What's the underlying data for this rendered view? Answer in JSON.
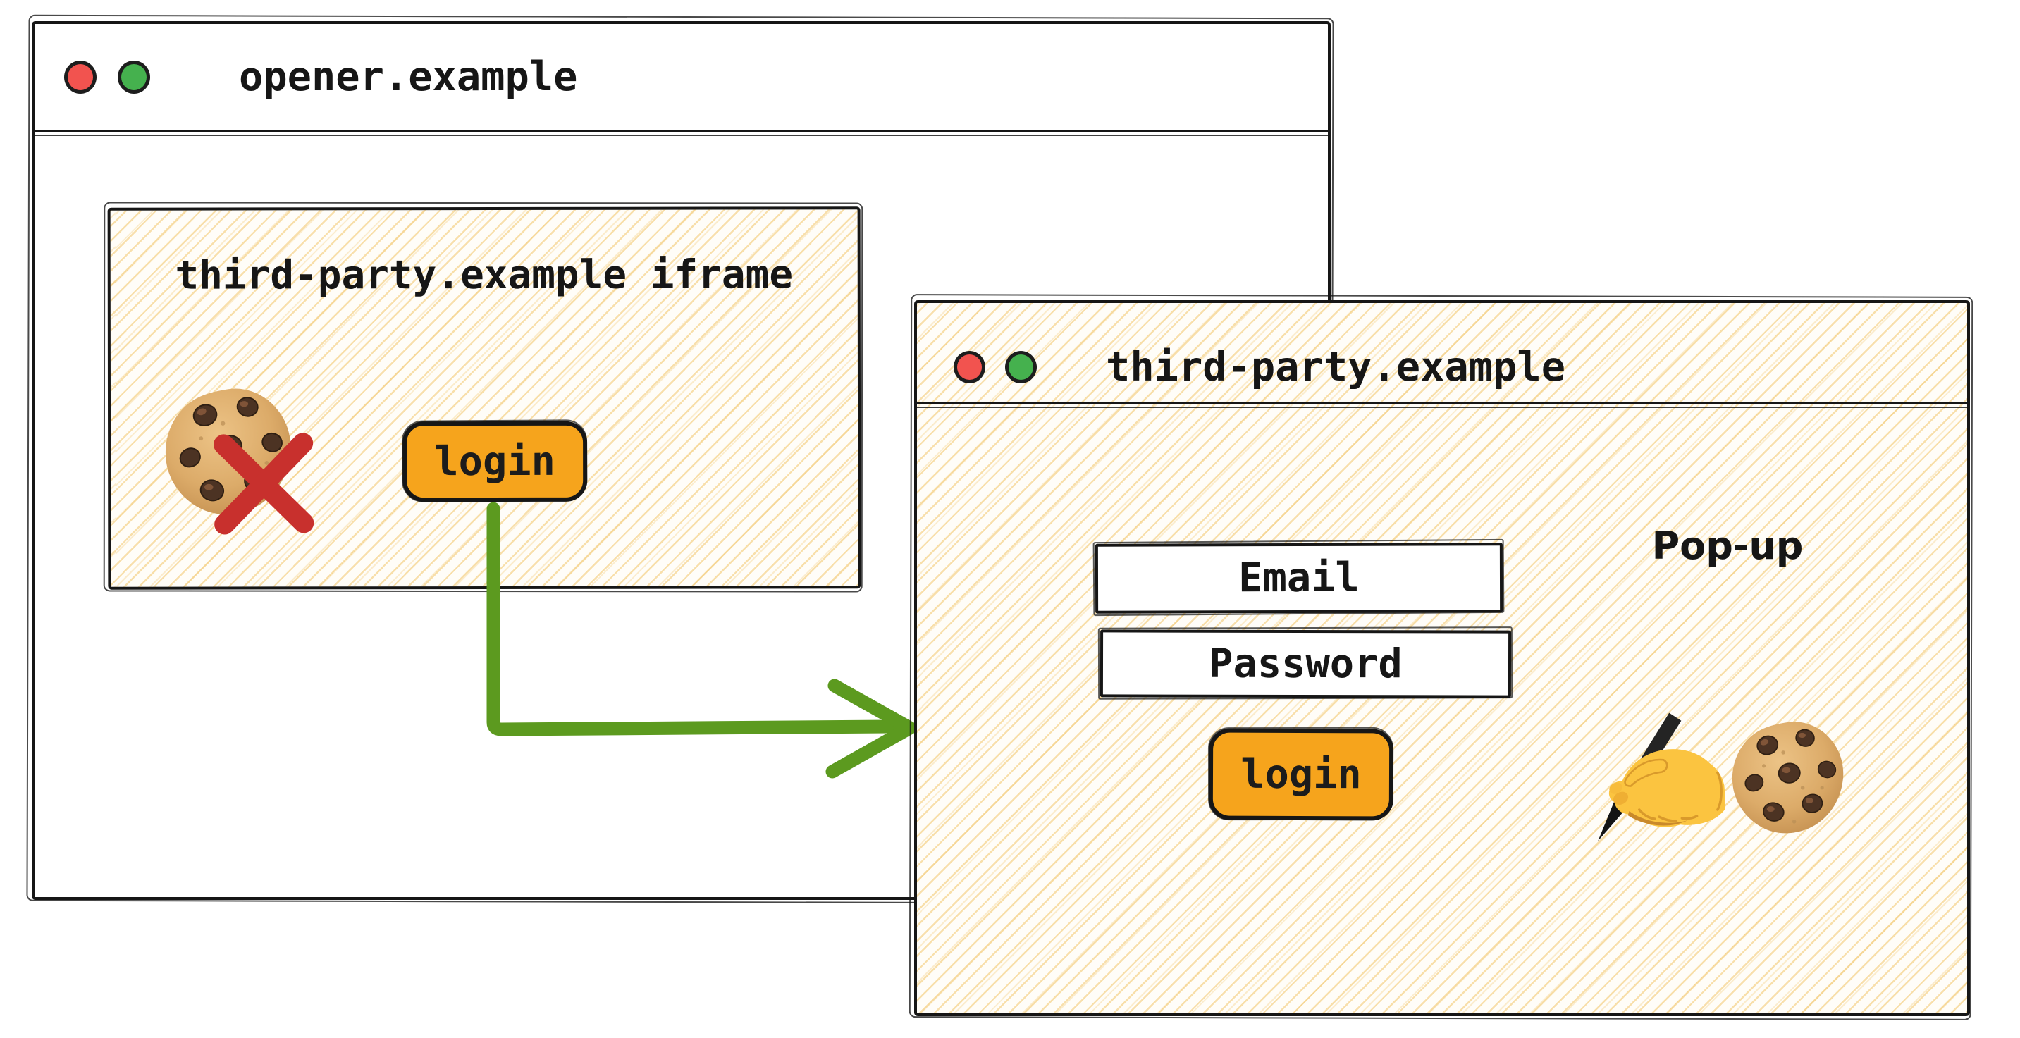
{
  "opener_window": {
    "title": "opener.example",
    "controls": {
      "close_color": "#f2534f",
      "minimize_color": "#45b14e"
    },
    "iframe": {
      "label": "third-party.example iframe",
      "cookie_icon": "cookie-icon",
      "blocked_icon": "blocked-x-icon",
      "login_button_label": "login"
    }
  },
  "popup_window": {
    "title": "third-party.example",
    "badge": "Pop-up",
    "email_field_label": "Email",
    "password_field_label": "Password",
    "login_button_label": "login",
    "icons": [
      "writing-hand-icon",
      "cookie-icon"
    ]
  },
  "flow_arrow": {
    "from": "iframe login button",
    "to": "popup window"
  },
  "colors": {
    "ink": "#161616",
    "accent_orange": "#f6a41c",
    "arrow_green": "#5c9a1f",
    "blocked_red": "#c8302d",
    "traffic_red": "#f2534f",
    "traffic_green": "#45b14e",
    "hatch_yellow": "#f3ce8c"
  }
}
